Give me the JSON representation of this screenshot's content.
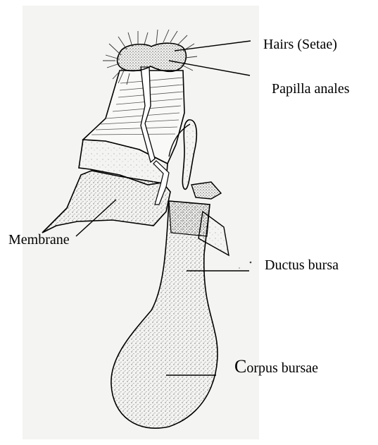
{
  "labels": {
    "hairs": "Hairs (Setae)",
    "papilla": "Papilla anales",
    "membrane": "Membrane",
    "ductus": "Ductus bursa",
    "corpus_initial": "C",
    "corpus_rest": "orpus bursae"
  },
  "colors": {
    "ink": "#000000",
    "panel": "#f4f4f2",
    "stipple": "#7a7a7a"
  }
}
